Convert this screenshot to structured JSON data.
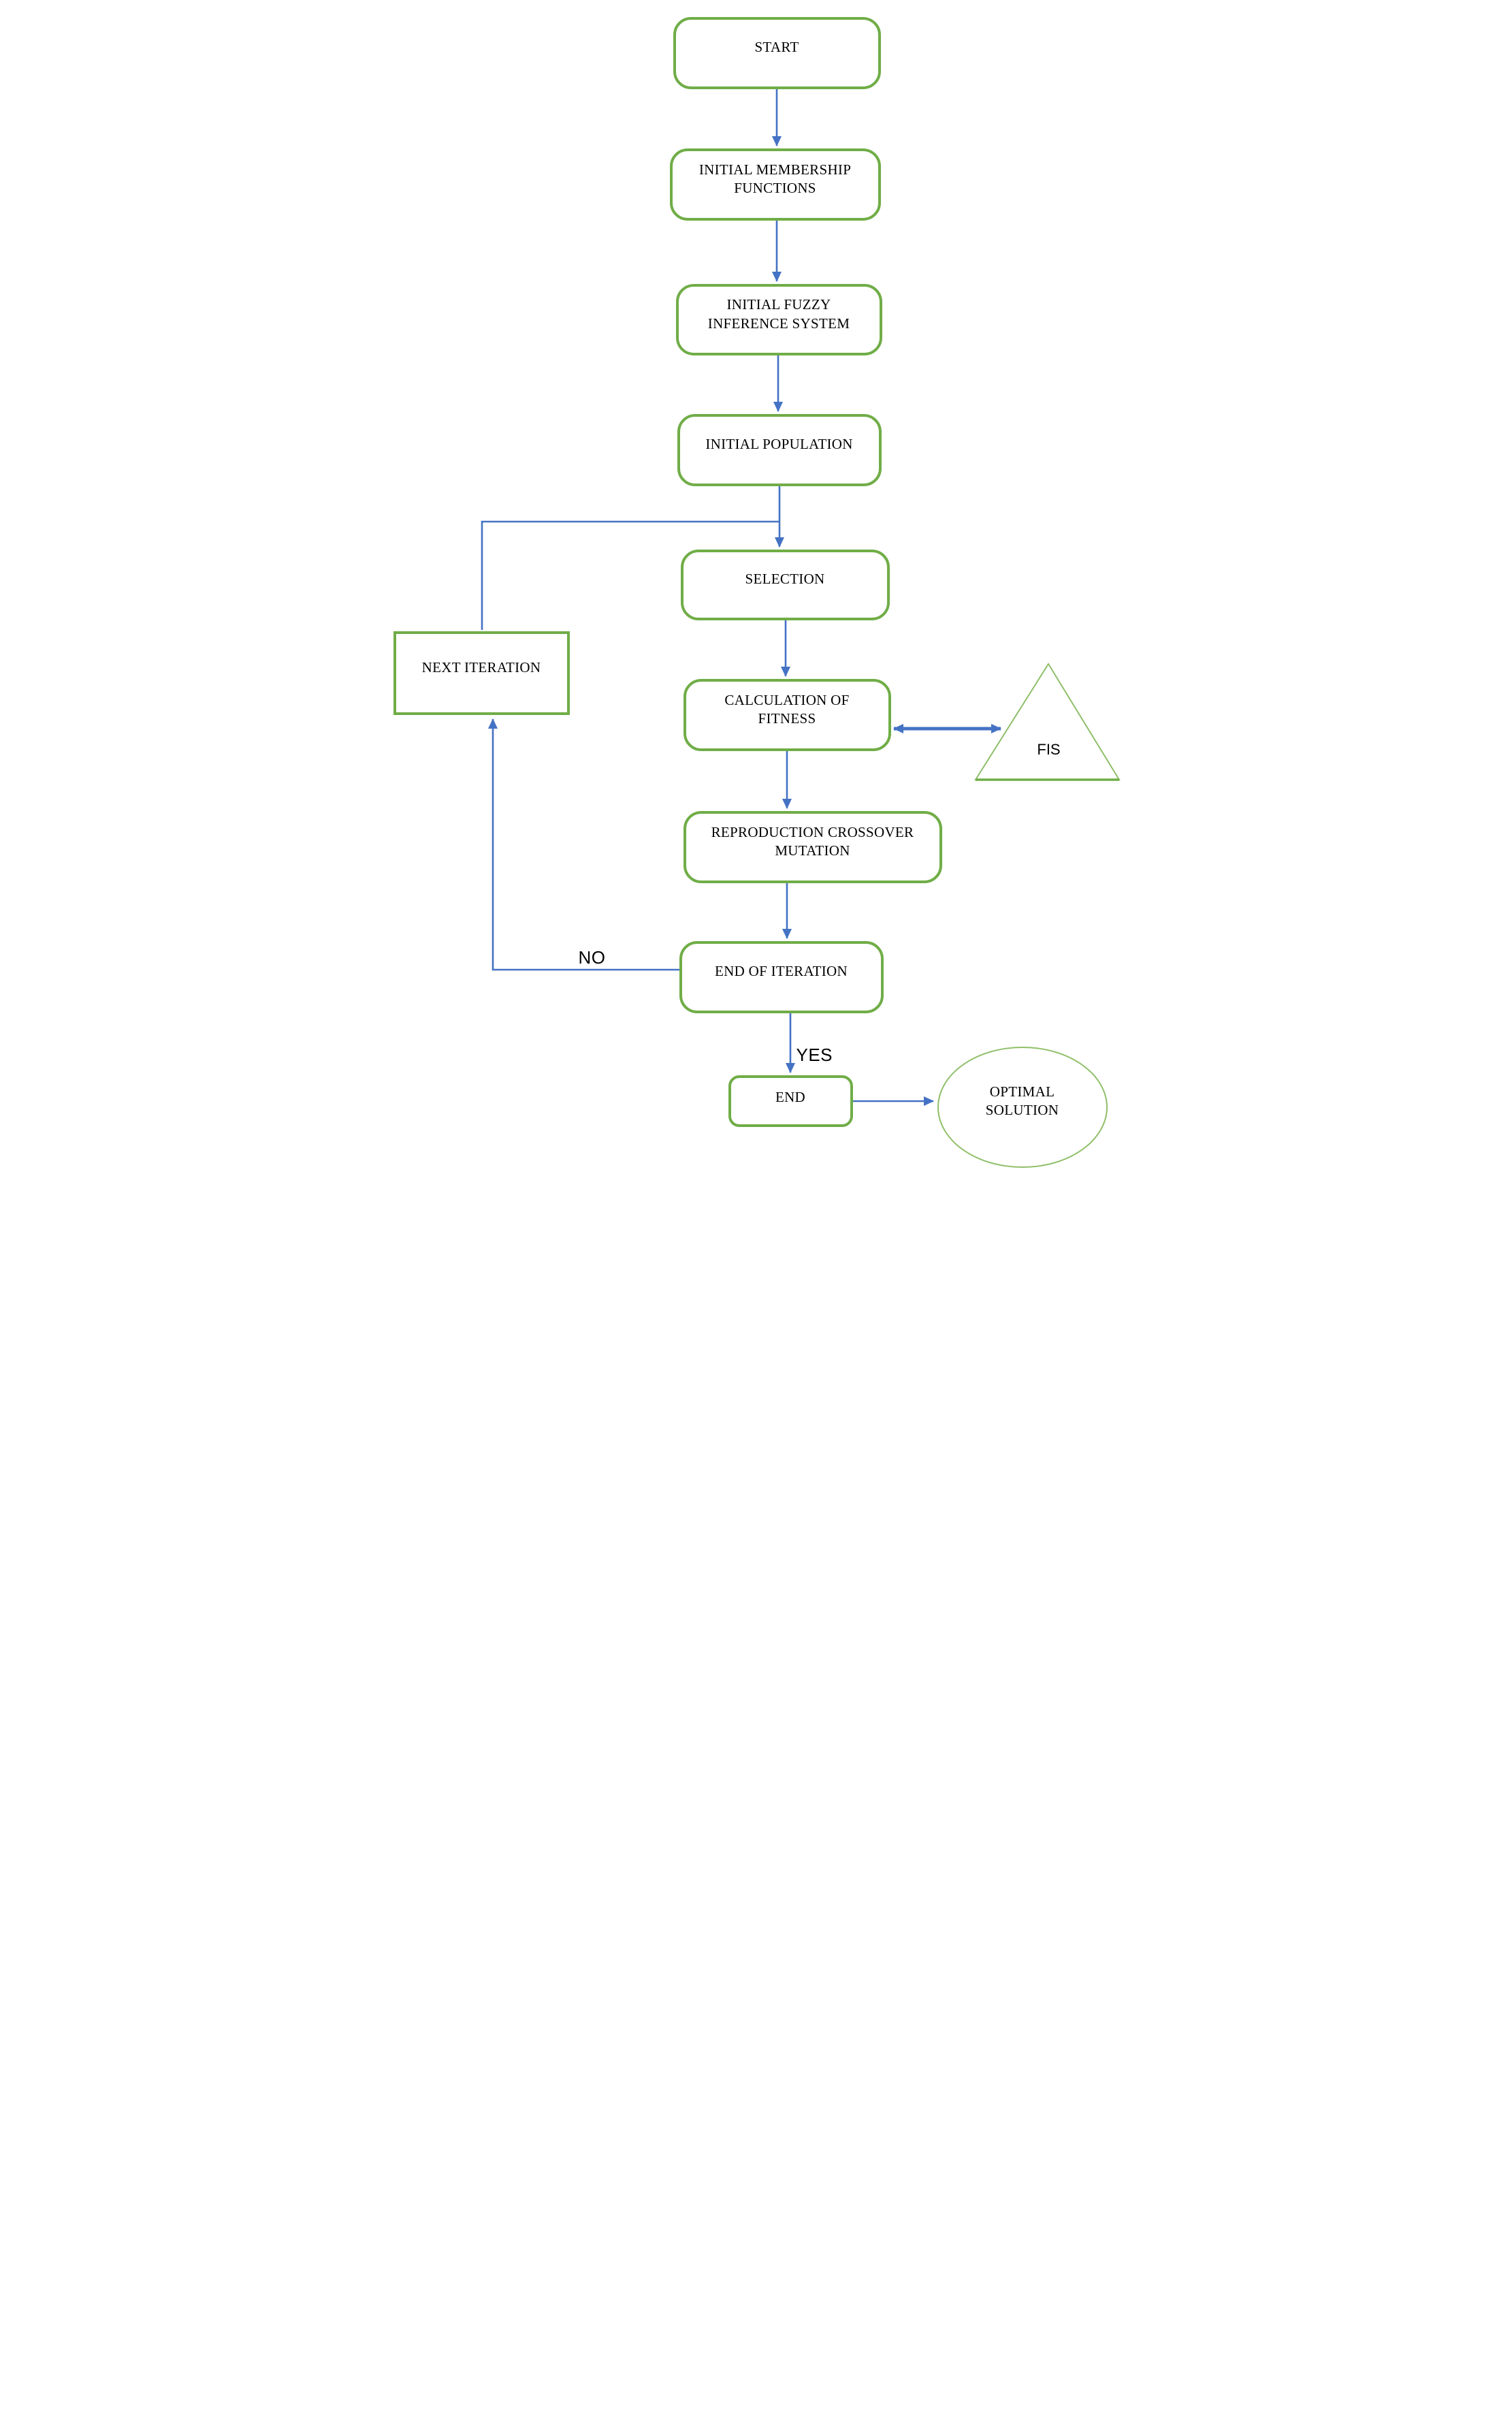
{
  "diagram": {
    "description": "Flowchart of a genetic algorithm optimizing a fuzzy inference system",
    "colors": {
      "node_border_green": "#70AD47",
      "shape_outline_light_green": "#8FBF69",
      "connector_blue": "#4472C4",
      "text": "#000000",
      "background": "#FFFFFF"
    },
    "nodes": [
      {
        "id": "start",
        "label": "START",
        "shape": "rounded-rect"
      },
      {
        "id": "initial-membership-functions",
        "label": "INITIAL MEMBERSHIP FUNCTIONS",
        "shape": "rounded-rect"
      },
      {
        "id": "initial-fuzzy-inference-system",
        "label": "INITIAL FUZZY INFERENCE SYSTEM",
        "shape": "rounded-rect"
      },
      {
        "id": "initial-population",
        "label": "INITIAL POPULATION",
        "shape": "rounded-rect"
      },
      {
        "id": "selection",
        "label": "SELECTION",
        "shape": "rounded-rect"
      },
      {
        "id": "next-iteration",
        "label": "NEXT ITERATION",
        "shape": "rect"
      },
      {
        "id": "calculation-of-fitness",
        "label": "CALCULATION OF FITNESS",
        "shape": "rounded-rect"
      },
      {
        "id": "fis",
        "label": "FIS",
        "shape": "triangle"
      },
      {
        "id": "reproduction-crossover-mutation",
        "label": "REPRODUCTION CROSSOVER MUTATION",
        "shape": "rounded-rect"
      },
      {
        "id": "end-of-iteration",
        "label": "END OF ITERATION",
        "shape": "rounded-rect"
      },
      {
        "id": "end",
        "label": "END",
        "shape": "rounded-rect"
      },
      {
        "id": "optimal-solution",
        "label": "OPTIMAL SOLUTION",
        "shape": "ellipse"
      }
    ],
    "edges": [
      {
        "from": "start",
        "to": "initial-membership-functions"
      },
      {
        "from": "initial-membership-functions",
        "to": "initial-fuzzy-inference-system"
      },
      {
        "from": "initial-fuzzy-inference-system",
        "to": "initial-population"
      },
      {
        "from": "initial-population",
        "to": "selection"
      },
      {
        "from": "next-iteration",
        "to": "selection"
      },
      {
        "from": "selection",
        "to": "calculation-of-fitness"
      },
      {
        "from": "calculation-of-fitness",
        "to": "fis",
        "bidirectional": true
      },
      {
        "from": "calculation-of-fitness",
        "to": "reproduction-crossover-mutation"
      },
      {
        "from": "reproduction-crossover-mutation",
        "to": "end-of-iteration"
      },
      {
        "from": "end-of-iteration",
        "to": "next-iteration",
        "label": "NO"
      },
      {
        "from": "end-of-iteration",
        "to": "end",
        "label": "YES"
      },
      {
        "from": "end",
        "to": "optimal-solution"
      }
    ]
  }
}
